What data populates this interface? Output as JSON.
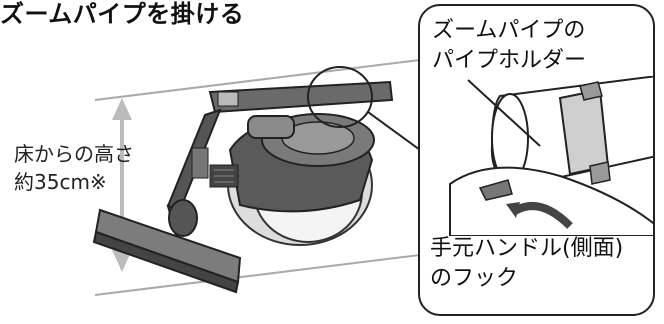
{
  "page": {
    "title": "ズームパイプを掛ける"
  },
  "height_label": {
    "line1": "床からの高さ",
    "line2": "約35cm※"
  },
  "callout": {
    "title_line1": "ズームパイプの",
    "title_line2": "パイプホルダー",
    "bottom_line1": "手元ハンドル(側面)",
    "bottom_line2": "のフック"
  }
}
